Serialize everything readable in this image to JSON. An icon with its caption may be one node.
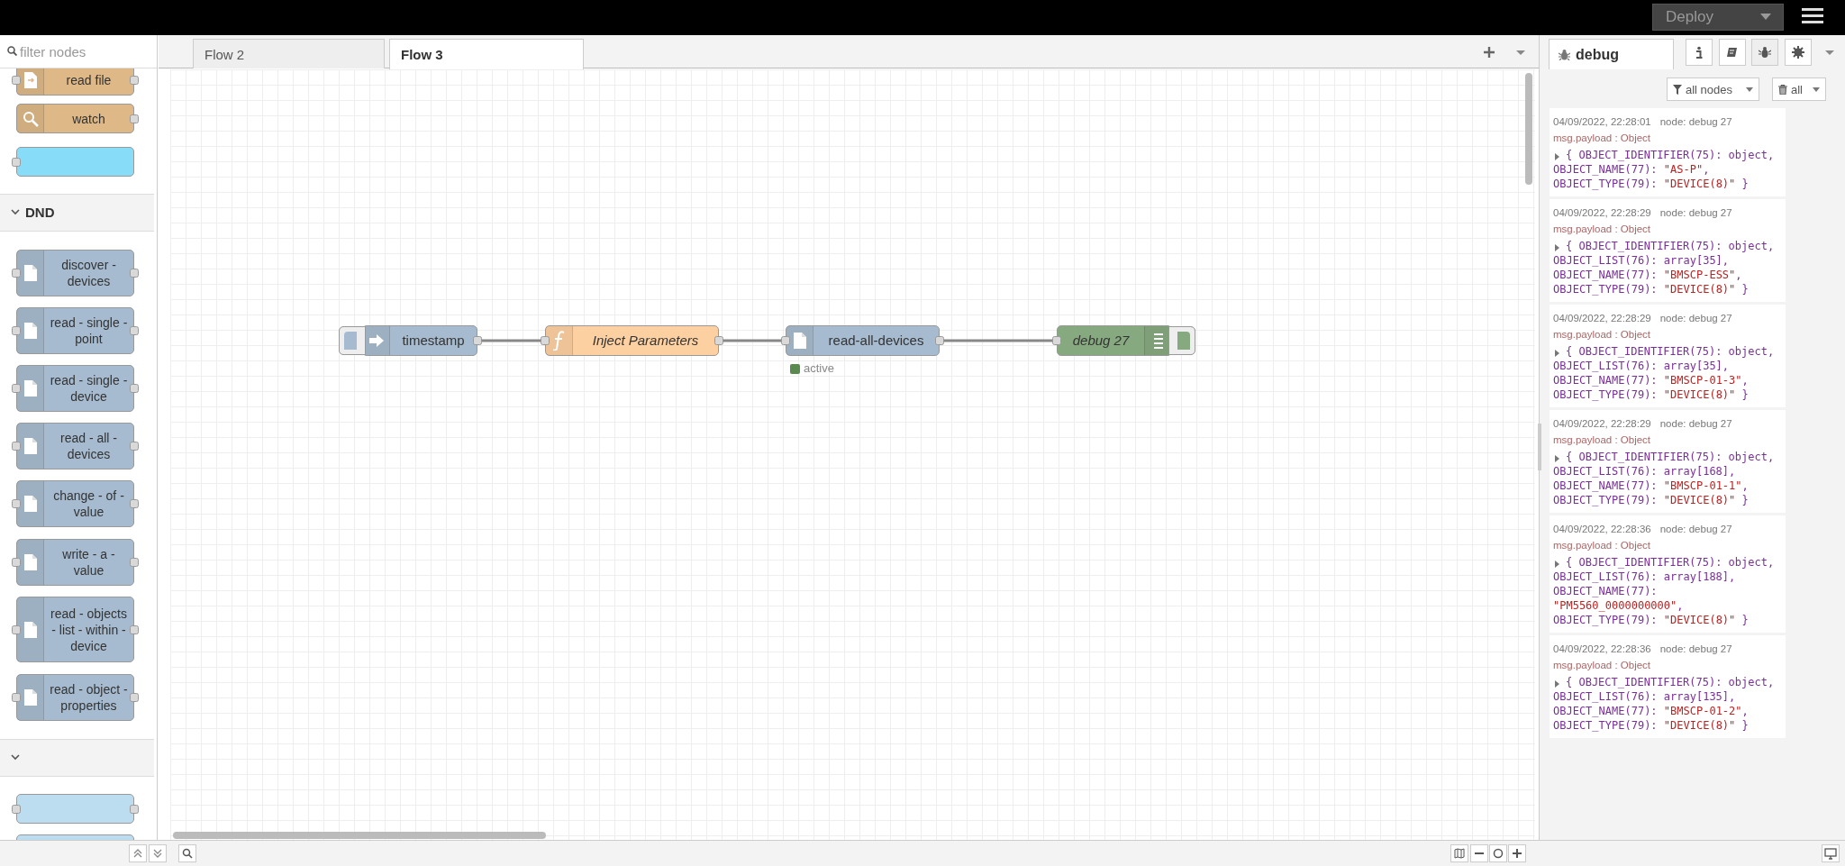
{
  "diagram": {
    "nodes": [
      {
        "text": [
          "read file"
        ]
      },
      {
        "text": [
          "watch"
        ]
      },
      {
        "text": [],
        "shape": "box"
      },
      {
        "text": [
          "discover - devices"
        ]
      },
      {
        "text": [
          "read - single - point"
        ]
      },
      {
        "text": [
          "read - single - device"
        ]
      },
      {
        "text": [
          "read - all - devices"
        ]
      },
      {
        "text": [
          "change - of - value"
        ]
      },
      {
        "text": [
          "write - a - value"
        ]
      },
      {
        "text": [
          "read - objects - list - within - device"
        ]
      },
      {
        "text": [
          "read - object - properties"
        ]
      },
      {
        "text": [],
        "shape": "box"
      },
      {
        "text": [],
        "shape": "box"
      },
      {
        "text": [
          "timestamp"
        ]
      },
      {
        "text": [
          "Inject Parameters"
        ]
      },
      {
        "text": [
          "read-all-devices"
        ],
        "beside": [
          "active"
        ]
      },
      {
        "text": [
          "debug 27"
        ]
      }
    ],
    "edges": [
      {
        "from": 13,
        "to": 14,
        "arrow": "none"
      },
      {
        "from": 14,
        "to": 15,
        "arrow": "none"
      },
      {
        "from": 15,
        "to": 16,
        "arrow": "none"
      }
    ],
    "labels": [
      "Deploy",
      "filter nodes",
      "DND",
      "Flow 2",
      "Flow 3",
      "debug",
      "all nodes",
      "all",
      "04/09/2022, 22:28:01",
      "node: debug 27",
      "msg.payload : Object",
      "{ OBJECT_IDENTIFIER(75): object, OBJECT_NAME(77): \"AS-P\", OBJECT_TYPE(79): \"DEVICE(8)\" }",
      "04/09/2022, 22:28:29",
      "node: debug 27",
      "msg.payload : Object",
      "{ OBJECT_IDENTIFIER(75): object, OBJECT_LIST(76): array[35], OBJECT_NAME(77): \"BMSCP-ESS\", OBJECT_TYPE(79): \"DEVICE(8)\" }",
      "04/09/2022, 22:28:29",
      "node: debug 27",
      "msg.payload : Object",
      "{ OBJECT_IDENTIFIER(75): object, OBJECT_LIST(76): array[35], OBJECT_NAME(77): \"BMSCP-01-3\", OBJECT_TYPE(79): \"DEVICE(8)\" }",
      "04/09/2022, 22:28:29",
      "node: debug 27",
      "msg.payload : Object",
      "{ OBJECT_IDENTIFIER(75): object, OBJECT_LIST(76): array[168], OBJECT_NAME(77): \"BMSCP-01-1\", OBJECT_TYPE(79): \"DEVICE(8)\" }",
      "04/09/2022, 22:28:36",
      "node: debug 27",
      "msg.payload : Object",
      "{ OBJECT_IDENTIFIER(75): object, OBJECT_LIST(76): array[188], OBJECT_NAME(77): \"PM5560_0000000000\", OBJECT_TYPE(79): \"DEVICE(8)\" }",
      "04/09/2022, 22:28:36",
      "node: debug 27",
      "msg.payload : Object",
      "{ OBJECT_IDENTIFIER(75): object, OBJECT_LIST(76): array[135], OBJECT_NAME(77): \"BMSCP-01-2\", OBJECT_TYPE(79): \"DEVICE(8)\" }"
    ]
  }
}
